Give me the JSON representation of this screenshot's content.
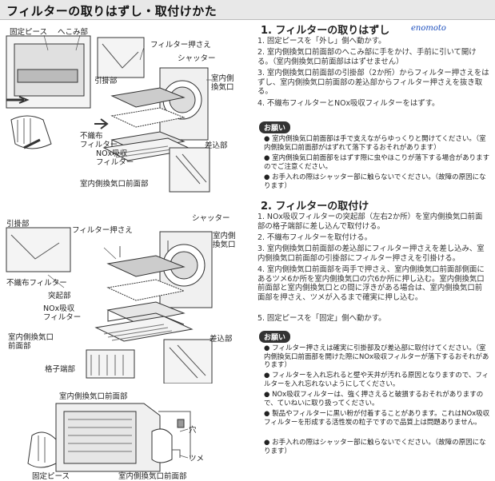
{
  "header": {
    "title": "フィルターの取りはずし・取付けかた"
  },
  "signature": "enomoto",
  "diagram1": {
    "labels": {
      "fixed_piece": "固定ピース",
      "recess": "へこみ部",
      "filter_holder": "フィルター押さえ",
      "shutter": "シャッター",
      "hook": "引掛部",
      "indoor_vent": "室内側",
      "indoor_vent2": "換気口",
      "nonwoven_filter": "不織布",
      "nonwoven_filter2": "フィルター",
      "nox_filter": "NOx吸収",
      "nox_filter2": "フィルター",
      "insert": "差込部",
      "front_panel": "室内側換気口前面部"
    }
  },
  "diagram2": {
    "labels": {
      "hook": "引掛部",
      "filter_holder": "フィルター押さえ",
      "shutter": "シャッター",
      "indoor_vent": "室内側",
      "indoor_vent2": "換気口",
      "nonwoven_filter": "不織布フィルター",
      "projection": "突起部",
      "nox_filter": "NOx吸収",
      "nox_filter2": "フィルター",
      "front_panel": "室内側換気口",
      "front_panel2": "前面部",
      "insert": "差込部",
      "lattice": "格子端部"
    }
  },
  "diagram3": {
    "labels": {
      "front_panel": "室内側換気口前面部",
      "hole": "穴",
      "tab": "ツメ",
      "fixed_piece": "固定ピース",
      "front_panel2": "室内側換気口前面部"
    }
  },
  "section1": {
    "title": "1. フィルターの取りはずし",
    "steps": [
      "1. 固定ピースを「外し」側へ動かす。",
      "2. 室内側換気口前面部のへこみ部に手をかけ、手前に引いて開ける。（室内側換気口前面部ははずせません）",
      "3. 室内側換気口前面部の引掛部（2か所）からフィルター押さえをはずし、室内側換気口前面部の差込部からフィルター押さえを抜き取る。",
      "4. 不織布フィルターとNOx吸収フィルターをはずす。"
    ],
    "notes_title": "お願い",
    "notes": [
      "● 室内側換気口前面部は手で支えながらゆっくりと開けてください。（室内側換気口前面部がはずれて落下するおそれがあります）",
      "● 室内側換気口前面部をはずす際に虫やほこりが落下する場合がありますのでご注意ください。",
      "● お手入れの際はシャッター部に触らないでください。（故障の原因になります）"
    ]
  },
  "section2": {
    "title": "2. フィルターの取付け",
    "steps": [
      "1. NOx吸収フィルターの突起部（左右2か所）を室内側換気口前面部の格子端部に差し込んで取付ける。",
      "2. 不織布フィルターを取付ける。",
      "3. 室内側換気口前面部の差込部にフィルター押さえを差し込み、室内側換気口前面部の引掛部にフィルター押さえを引掛ける。",
      "4. 室内側換気口前面部を両手で押さえ、室内側換気口前面部側面にあるツメ6か所を室内側換気口の穴6か所に押し込む。室内側換気口前面部と室内側換気口との間に浮きがある場合は、室内側換気口前面部を押さえ、ツメが入るまで確実に押し込む。",
      "5. 固定ピースを「固定」側へ動かす。"
    ],
    "notes_title": "お願い",
    "notes": [
      "● フィルター押さえは確実に引掛部及び差込部に取付けてください。（室内側換気口前面部を開けた際にNOx吸収フィルターが落下するおそれがあります）",
      "● フィルターを入れ忘れると壁や天井が汚れる原因となりますので、フィルターを入れ忘れないようにしてください。",
      "● NOx吸収フィルターは、強く押さえると破損するおそれがありますので、ていねいに取り扱ってください。",
      "● 製品やフィルターに黒い粉が付着することがあります。これはNOx吸収フィルターを形成する活性炭の粒子ですので品質上は問題ありません。",
      "● お手入れの際はシャッター部に触らないでください。（故障の原因になります）"
    ]
  }
}
